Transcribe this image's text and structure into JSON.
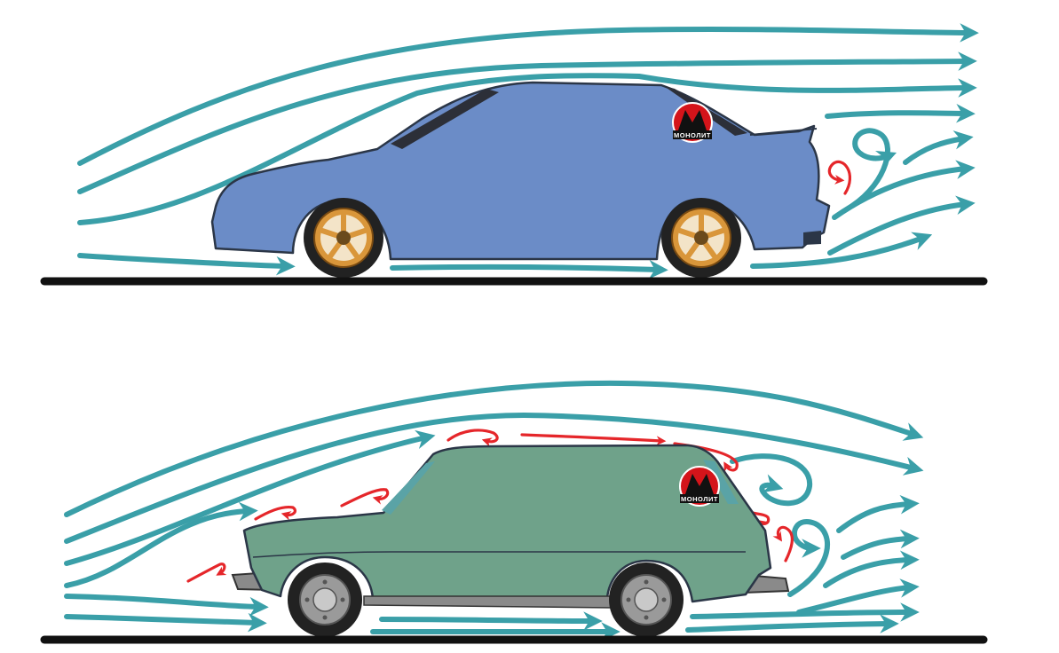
{
  "logo": {
    "text": "МОНОЛИТ",
    "mark": "М"
  },
  "colors": {
    "airflow": "#3a9fa8",
    "turbulence": "#e5262a",
    "sedan_body": "#6b8cc7",
    "wagon_body": "#6fa28a",
    "ground": "#111111",
    "rim": "#d9963a",
    "hubcap": "#9a9a9a",
    "logo_red": "#d4141a"
  },
  "panels": [
    {
      "id": "top",
      "vehicle": "sedan",
      "flow": "smooth",
      "wake_vortices": 2
    },
    {
      "id": "bottom",
      "vehicle": "station-wagon",
      "flow": "separated",
      "surface_vortices": 6,
      "wake_vortices": 3
    }
  ]
}
